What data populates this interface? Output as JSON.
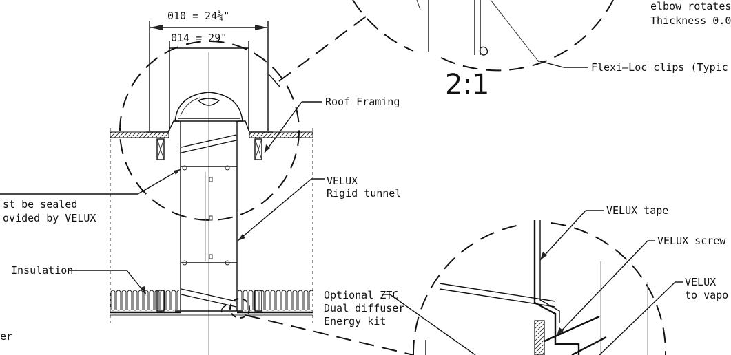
{
  "dimensions": {
    "top": "010 = 24¾\"",
    "bottom": "014 = 29\""
  },
  "scale": "2:1",
  "labels": {
    "roof_framing": "Roof Framing",
    "rigid_tunnel_line1": "VELUX",
    "rigid_tunnel_line2": "Rigid tunnel",
    "insulation": "Insulation",
    "sealed_line1": "st be sealed",
    "sealed_line2": "ovided by VELUX",
    "ztc_line1": "Optional ZTC",
    "ztc_line2": "Dual diffuser",
    "ztc_line3": "Energy kit",
    "elbow_line1": "elbow rotates",
    "elbow_line2": "Thickness 0.0",
    "flexiloc": "Flexi–Loc clips (Typic",
    "velux_tape": "VELUX tape",
    "velux_screw": "VELUX screw",
    "velux_vapor_line1": "VELUX",
    "velux_vapor_line2": "to vapo",
    "edge_er": "er"
  }
}
